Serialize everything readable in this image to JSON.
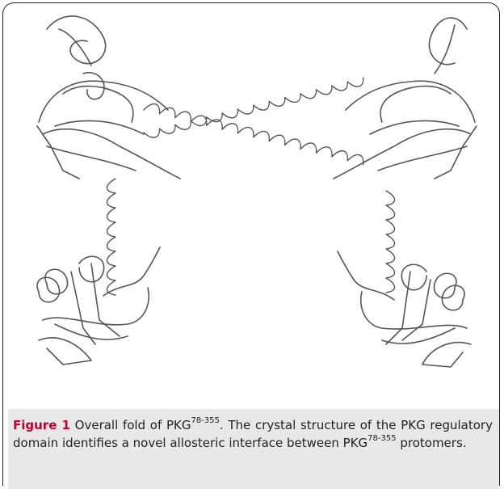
{
  "figure": {
    "label": "Figure 1",
    "caption_text": {
      "part1": " Overall fold of PKG",
      "sup1": "78-355",
      "part2": ". The crystal structure of the PKG regulatory domain identifies a novel allosteric interface between PKG",
      "sup2": "78-355",
      "part3": " protomers."
    }
  },
  "colors": {
    "label": "#c4002f",
    "ribbon": "#555555",
    "ribbon_fill": "#ffffff",
    "caption_bg": "#e8e8e8"
  }
}
